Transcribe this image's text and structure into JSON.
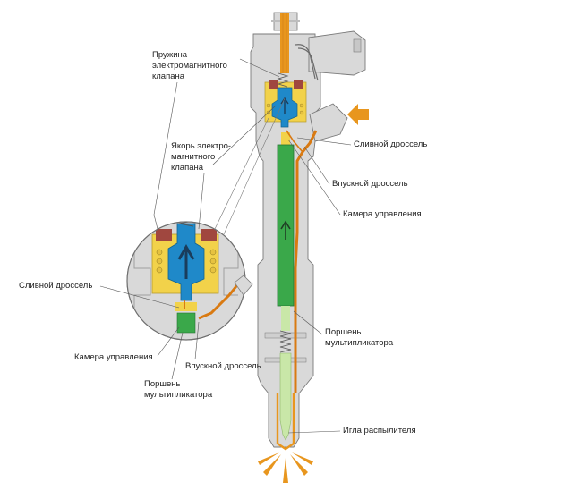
{
  "labels": {
    "spring_1": "Пружина",
    "spring_2": "электромагнитного",
    "spring_3": "клапана",
    "armature_1": "Якорь электро-",
    "armature_2": "магнитного",
    "armature_3": "клапана",
    "drain_throttle_right": "Сливной дроссель",
    "inlet_throttle_right": "Впускной дроссель",
    "control_chamber_right": "Камера управления",
    "piston_right_1": "Поршень",
    "piston_right_2": "мультипликатора",
    "needle": "Игла распылителя",
    "drain_throttle_left": "Сливной дроссель",
    "control_chamber_left": "Камера управления",
    "inlet_throttle_left": "Впускной дроссель",
    "piston_left_1": "Поршень",
    "piston_left_2": "мультипликатора"
  },
  "colors": {
    "body": "#d9d9d9",
    "body_outline": "#7a7a7a",
    "fuel": "#e8961e",
    "fuel_line": "#d97a12",
    "valve_blue": "#1f89c9",
    "chamber_yellow": "#f2d24a",
    "piston_green": "#3aa84a",
    "coil_red": "#a0473f",
    "needle_green": "#c9e7a8"
  },
  "icons": {
    "flow_arrow": "arrow-right-icon",
    "spray": "spray-icon"
  }
}
